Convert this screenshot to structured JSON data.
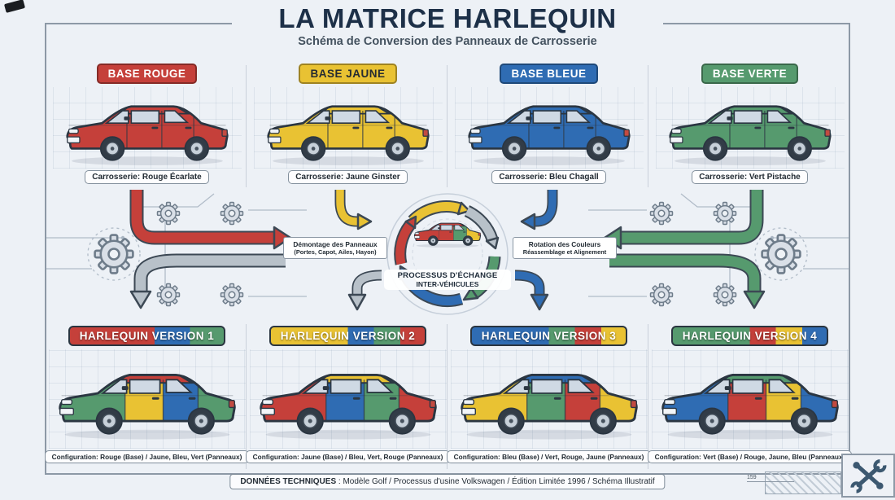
{
  "title": "LA MATRICE HARLEQUIN",
  "subtitle": "Schéma de Conversion des Panneaux de Carrosserie",
  "colors": {
    "rouge": "#c5403a",
    "jaune": "#e9c233",
    "bleu": "#2f6cb3",
    "vert": "#569a6e",
    "outline": "#2b3642",
    "glass": "#cfd9e4",
    "gris": "#b8c1c9",
    "navy": "#22354c"
  },
  "bases": [
    {
      "badge": "BASE ROUGE",
      "badge_bg": "rouge",
      "badge_fg": "#ffffff",
      "label": "Carrosserie: Rouge Écarlate",
      "panels": {
        "base": "rouge",
        "roof": "rouge",
        "hood": "rouge",
        "front_door": "rouge",
        "rear_door": "rouge",
        "rear": "rouge"
      }
    },
    {
      "badge": "BASE JAUNE",
      "badge_bg": "jaune",
      "badge_fg": "#252b31",
      "label": "Carrosserie: Jaune Ginster",
      "panels": {
        "base": "jaune",
        "roof": "jaune",
        "hood": "jaune",
        "front_door": "jaune",
        "rear_door": "jaune",
        "rear": "jaune"
      }
    },
    {
      "badge": "BASE BLEUE",
      "badge_bg": "bleu",
      "badge_fg": "#ffffff",
      "label": "Carrosserie: Bleu Chagall",
      "panels": {
        "base": "bleu",
        "roof": "bleu",
        "hood": "bleu",
        "front_door": "bleu",
        "rear_door": "bleu",
        "rear": "bleu"
      }
    },
    {
      "badge": "BASE VERTE",
      "badge_bg": "vert",
      "badge_fg": "#ffffff",
      "label": "Carrosserie: Vert Pistache",
      "panels": {
        "base": "vert",
        "roof": "vert",
        "hood": "vert",
        "front_door": "vert",
        "rear_door": "vert",
        "rear": "vert"
      }
    }
  ],
  "process": {
    "left_line1": "Démontage des Panneaux",
    "left_line2": "(Portes, Capot, Ailes, Hayon)",
    "center_line1": "PROCESSUS D'ÉCHANGE",
    "center_line2": "INTER-VÉHICULES",
    "right_line1": "Rotation des Couleurs",
    "right_line2": "Réassemblage et Alignement"
  },
  "center_car": {
    "panels": {
      "base": "rouge",
      "roof": "rouge",
      "hood": "rouge",
      "front_door": "rouge",
      "rear_door": "vert",
      "rear": "jaune"
    }
  },
  "versions": [
    {
      "badge": "HARLEQUIN VERSION 1",
      "segments": [
        "rouge",
        "bleu",
        "vert"
      ],
      "label": "Configuration: Rouge (Base) / Jaune, Bleu, Vert (Panneaux)",
      "panels": {
        "base": "rouge",
        "roof": "rouge",
        "hood": "vert",
        "front_door": "jaune",
        "rear_door": "bleu",
        "rear": "vert"
      }
    },
    {
      "badge": "HARLEQUIN VERSION 2",
      "segments": [
        "jaune",
        "bleu",
        "vert",
        "rouge"
      ],
      "label": "Configuration: Jaune (Base) / Bleu, Vert, Rouge (Panneaux)",
      "panels": {
        "base": "jaune",
        "roof": "jaune",
        "hood": "rouge",
        "front_door": "bleu",
        "rear_door": "vert",
        "rear": "rouge"
      }
    },
    {
      "badge": "HARLEQUIN VERSION 3",
      "segments": [
        "bleu",
        "vert",
        "rouge",
        "jaune"
      ],
      "label": "Configuration: Bleu (Base) / Vert, Rouge, Jaune (Panneaux)",
      "panels": {
        "base": "bleu",
        "roof": "bleu",
        "hood": "jaune",
        "front_door": "vert",
        "rear_door": "rouge",
        "rear": "jaune"
      }
    },
    {
      "badge": "HARLEQUIN VERSION 4",
      "segments": [
        "vert",
        "rouge",
        "jaune",
        "bleu"
      ],
      "label": "Configuration: Vert (Base) / Rouge, Jaune, Bleu (Panneaux)",
      "panels": {
        "base": "vert",
        "roof": "vert",
        "hood": "bleu",
        "front_door": "rouge",
        "rear_door": "jaune",
        "rear": "bleu"
      }
    }
  ],
  "footer": {
    "bold": "DONNÉES TECHNIQUES",
    "rest": " : Modèle Golf / Processus d'usine Volkswagen / Édition Limitée 1996 / Schéma Illustratif"
  },
  "corner_number": "159"
}
